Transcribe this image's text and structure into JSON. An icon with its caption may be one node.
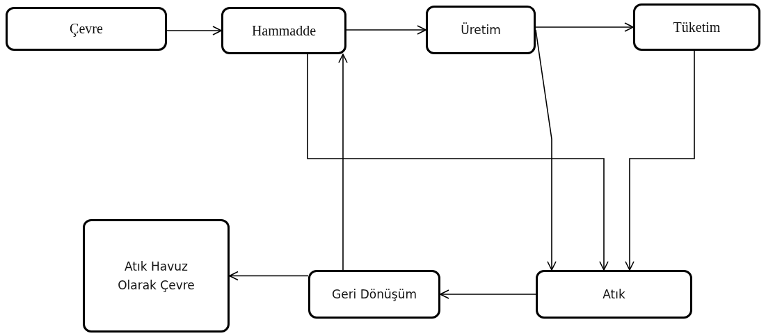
{
  "diagram": {
    "nodes": [
      {
        "text": [
          "Çevre"
        ]
      },
      {
        "text": [
          "Hammadde"
        ]
      },
      {
        "text": [
          "Üretim"
        ]
      },
      {
        "text": [
          "Tüketim"
        ]
      },
      {
        "text": [
          "Atık Havuz Olarak Çevre"
        ]
      },
      {
        "text": [
          "Geri Dönüşüm"
        ]
      },
      {
        "text": [
          "Atık"
        ]
      }
    ],
    "edges": [
      {
        "from": 0,
        "to": 1,
        "arrow": "to"
      },
      {
        "from": 1,
        "to": 2,
        "arrow": "to"
      },
      {
        "from": 2,
        "to": 3,
        "arrow": "to"
      },
      {
        "from": 1,
        "to": 6,
        "arrow": "to"
      },
      {
        "from": 2,
        "to": 6,
        "arrow": "to"
      },
      {
        "from": 3,
        "to": 6,
        "arrow": "to"
      },
      {
        "from": 5,
        "to": 1,
        "arrow": "to"
      },
      {
        "from": 6,
        "to": 5,
        "arrow": "to"
      },
      {
        "from": 5,
        "to": 4,
        "arrow": "to"
      }
    ]
  }
}
